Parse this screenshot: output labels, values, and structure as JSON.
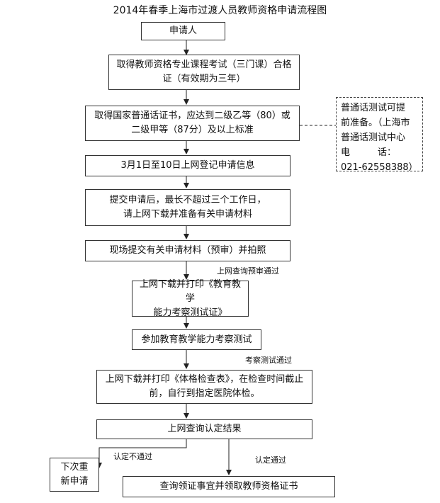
{
  "title": "2014年春季上海市过渡人员教师资格申请流程图",
  "steps": [
    "申请人",
    "取得教师资格专业课程考试（三门课）合格\n证（有效期为三年）",
    "取得国家普通话证书，应达到二级乙等（80）或\n二级甲等（87分）及以上标准",
    "3月1日至10日上网登记申请信息",
    "提交申请后，最长不超过三个工作日，\n请上网下载并准备有关申请材料",
    "现场提交有关申请材料（预审）并拍照",
    "上网下载并打印《教育教学\n能力考察测试证》",
    "参加教育教学能力考察测试",
    "上网下载并打印《体格检查表》，在检查时间截止\n前，自行到指定医院体检。",
    "上网查询认定结果",
    "查询领证事宜并领取教师资格证书",
    "下次重\n新申请"
  ],
  "note": "普通话测试可提\n前准备。（上海市\n普通话测试中心\n电　　　话：\n021-62558388）",
  "edge_labels": {
    "prereview_pass": "上网查询预审通过",
    "test_pass": "考察测试通过",
    "fail": "认定不通过",
    "pass": "认定通过"
  }
}
